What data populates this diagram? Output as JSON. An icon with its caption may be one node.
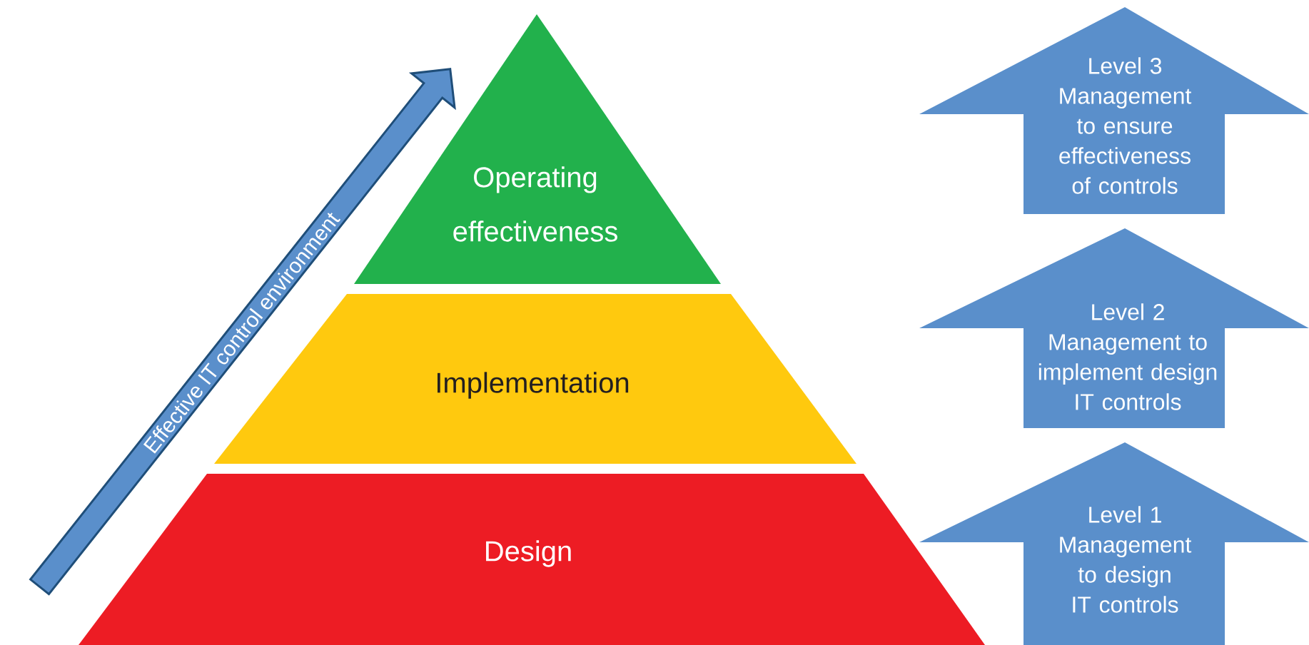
{
  "diagram": {
    "nodes": [
      {
        "text": [
          "Effective IT control environment"
        ]
      },
      {
        "text": [
          "Operating effectiveness"
        ]
      },
      {
        "text": [
          "Implementation"
        ]
      },
      {
        "text": [
          "Design"
        ]
      },
      {
        "text": [
          "Level 3",
          "Management to ensure effectiveness of controls"
        ]
      },
      {
        "text": [
          "Level 2",
          "Management to implement design IT controls"
        ]
      },
      {
        "text": [
          "Level 1",
          "Management to design IT controls"
        ]
      }
    ]
  }
}
